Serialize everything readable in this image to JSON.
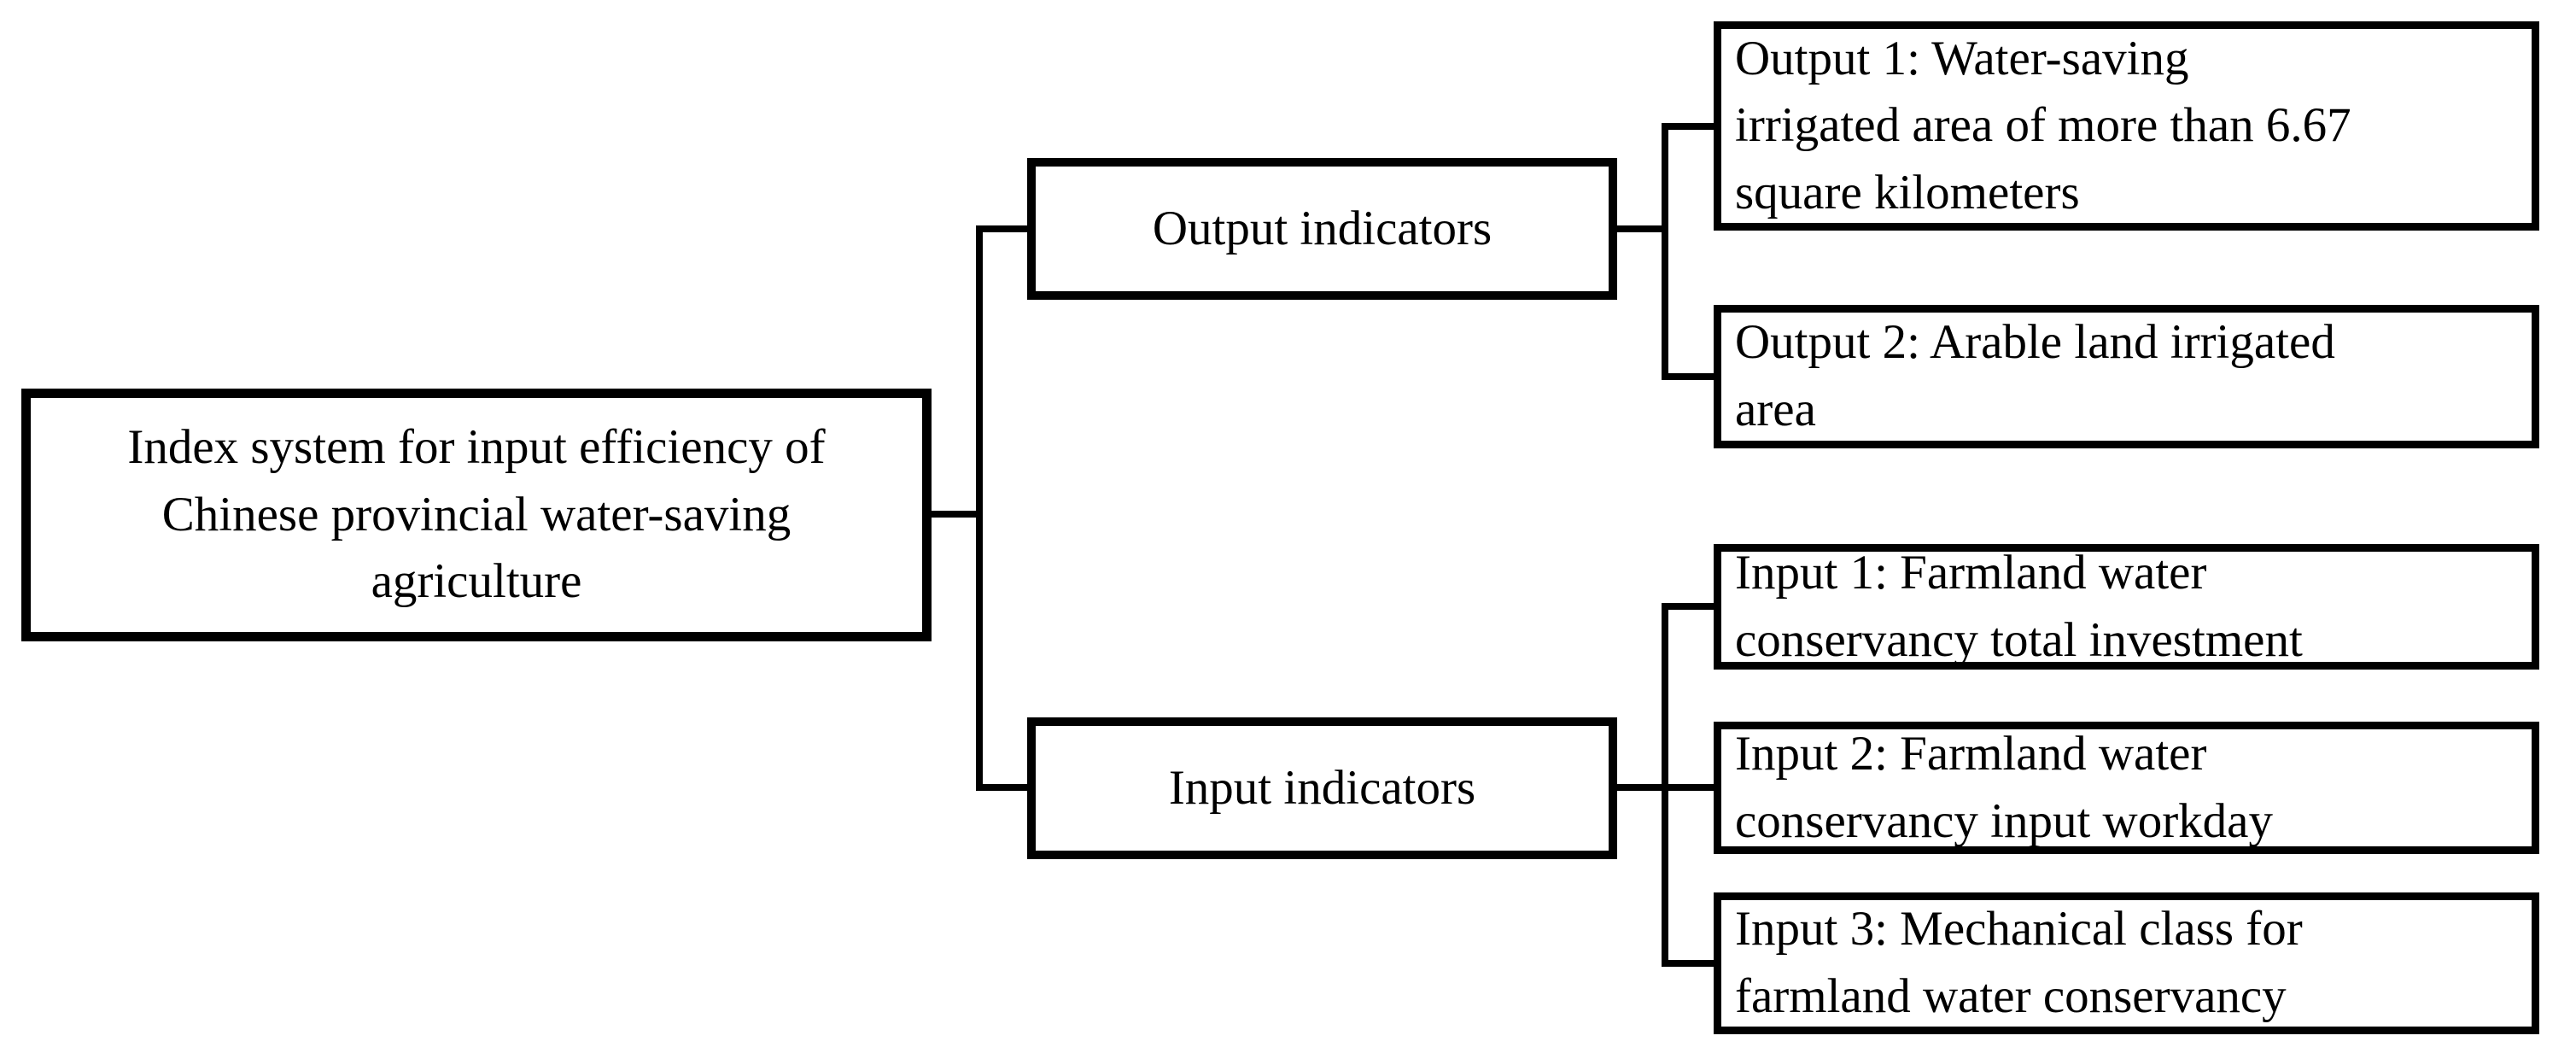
{
  "diagram": {
    "root": {
      "label": "Index system for input efficiency of\nChinese provincial water-saving\nagriculture"
    },
    "branches": [
      {
        "label": "Output indicators",
        "children": [
          {
            "label": "Output 1: Water-saving\nirrigated area of more than 6.67\nsquare kilometers"
          },
          {
            "label": "Output 2: Arable land irrigated\narea"
          }
        ]
      },
      {
        "label": "Input indicators",
        "children": [
          {
            "label": "Input 1: Farmland water\nconservancy total investment"
          },
          {
            "label": "Input 2: Farmland water\nconservancy input workday"
          },
          {
            "label": "Input 3: Mechanical class for\nfarmland water conservancy"
          }
        ]
      }
    ],
    "colors": {
      "line": "#000000",
      "text": "#000000",
      "background": "#ffffff"
    }
  }
}
